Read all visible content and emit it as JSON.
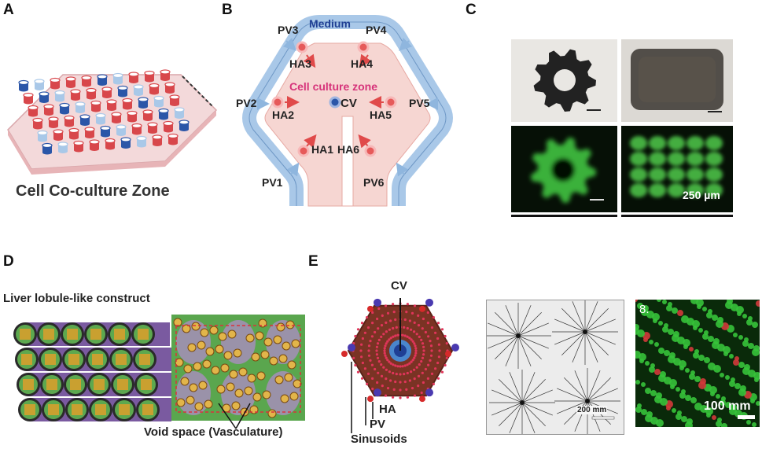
{
  "panel_letters": {
    "a": "A",
    "b": "B",
    "c": "C",
    "d": "D",
    "e": "E"
  },
  "panel_a": {
    "caption": "Cell Co-culture Zone"
  },
  "panel_b": {
    "medium_label": "Medium",
    "zone_label": "Cell culture zone",
    "center_label": "CV",
    "portal_labels": [
      "PV1",
      "PV2",
      "PV3",
      "PV4",
      "PV5",
      "PV6"
    ],
    "hepatic_labels": [
      "HA1",
      "HA2",
      "HA3",
      "HA4",
      "HA5",
      "HA6"
    ]
  },
  "panel_c": {
    "scale_label": "250 µm"
  },
  "panel_d": {
    "title": "Liver lobule-like construct",
    "void_label": "Void space (Vasculature)"
  },
  "panel_e": {
    "cv_label": "CV",
    "ha_label": "HA",
    "pv_label": "PV",
    "sinusoids_label": "Sinusoids",
    "scale_mid": "200 mm",
    "image_number": "8.",
    "scale_right": "100 mm"
  },
  "colors": {
    "blue_channel": "#a9c8e8",
    "pink_zone": "#f6d6d2",
    "red_cell": "#d8474b",
    "dark_blue_cell": "#2b56a8",
    "green_fluor": "#3bb13b"
  }
}
